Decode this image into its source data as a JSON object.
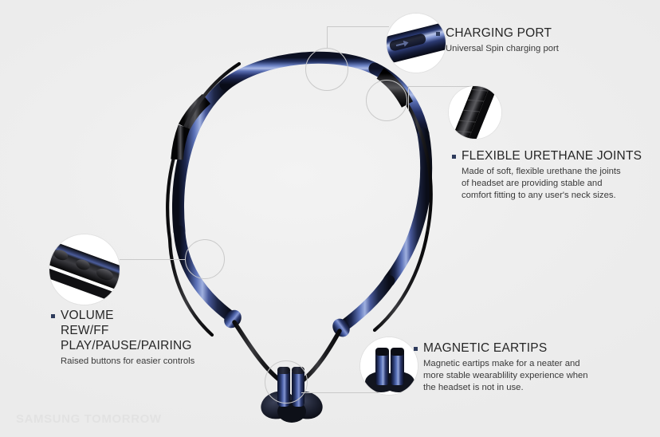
{
  "page": {
    "background_color": "#eeeeee",
    "watermark": "SAMSUNG TOMORROW",
    "bullet_color": "#2e3b5c",
    "leader_color": "#c9c9c9"
  },
  "product": {
    "name": "wireless-neckband-headset",
    "band_color": "#2b3b7a",
    "band_highlight": "#8ea2d8",
    "joint_color": "#1b1b1d",
    "cord_color": "#18181a",
    "eartip_color": "#1e2a55"
  },
  "callouts": [
    {
      "id": "charging-port",
      "title": "CHARGING PORT",
      "title_lines": [
        "CHARGING PORT"
      ],
      "description": "Universal Spin charging port"
    },
    {
      "id": "flexible-urethane-joints",
      "title": "FLEXIBLE URETHANE JOINTS",
      "title_lines": [
        "FLEXIBLE URETHANE JOINTS"
      ],
      "description": "Made of soft, flexible urethane the joints\nof headset are providing stable and\ncomfort fitting to any user's neck sizes."
    },
    {
      "id": "volume-controls",
      "title": "VOLUME REW/FF PLAY/PAUSE/PAIRING",
      "title_lines": [
        "VOLUME",
        "REW/FF",
        "PLAY/PAUSE/PAIRING"
      ],
      "description": "Raised buttons for easier controls"
    },
    {
      "id": "magnetic-eartips",
      "title": "MAGNETIC EARTIPS",
      "title_lines": [
        "MAGNETIC EARTIPS"
      ],
      "description": "Magnetic eartips make for a neater and\nmore stable wearablility experience when\nthe headset is not in use."
    }
  ]
}
